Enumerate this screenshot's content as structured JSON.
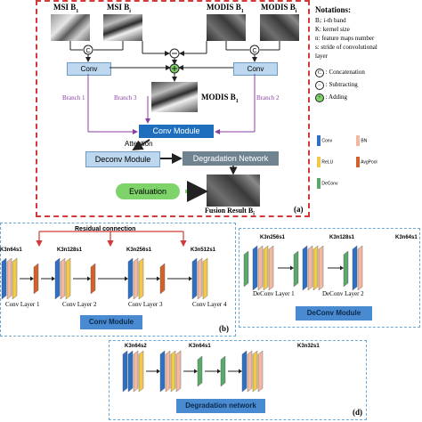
{
  "panel_a": {
    "label": "(a)",
    "images": {
      "msi_b1": "MSI B",
      "msi_b1_sub": "1",
      "msi_bi": "MSI B",
      "msi_bi_sub": "i",
      "modis_b1": "MODIS B",
      "modis_b1_sub": "1",
      "modis_bi": "MODIS B",
      "modis_bi_sub": "i",
      "modis_center": "MODIS B",
      "modis_center_sub": "1",
      "fusion": "Fusion Result B",
      "fusion_sub": "i"
    },
    "blocks": {
      "conv_left": "Conv",
      "conv_right": "Conv",
      "conv_module": "Conv Module",
      "deconv_module": "Deconv Module",
      "degradation_network": "Degradation Network",
      "evaluation": "Evaluation",
      "attention": "Attention"
    },
    "branches": {
      "branch1": "Branch 1",
      "branch2": "Branch 2",
      "branch3": "Branch 3"
    },
    "symbols": {
      "concat": "C",
      "subtract": "−",
      "add": "+"
    }
  },
  "notations": {
    "title": "Notations:",
    "lines": [
      "Bᵢ: i-th band",
      "K: kernel size",
      "n: feature maps number",
      "s: stride of convolutional",
      "layer"
    ],
    "legend_ops": [
      {
        "symbol": "C",
        "label": ": Concatenation"
      },
      {
        "symbol": "−",
        "label": ": Subtracting"
      },
      {
        "symbol": "+",
        "label": ": Adding"
      }
    ],
    "legend_layers": [
      {
        "label": "Conv",
        "color": "#2f6fc4"
      },
      {
        "label": "BN",
        "color": "#f2b8a0"
      },
      {
        "label": "ReLU",
        "color": "#f2c94c"
      },
      {
        "label": "AvgPool",
        "color": "#d2612b"
      },
      {
        "label": "DeConv",
        "color": "#5aa86a"
      }
    ]
  },
  "panel_b": {
    "label": "(b)",
    "residual": "Residual connection",
    "kernels": [
      "K3n64s1",
      "K3n128s1",
      "K3n256s1",
      "K3n512s1"
    ],
    "layers": [
      "Conv Layer 1",
      "Conv Layer 2",
      "Conv Layer 3",
      "Conv Layer 4"
    ],
    "title": "Conv Module"
  },
  "panel_c": {
    "kernels": [
      "K3n256s1",
      "K3n128s1",
      "K3n64s1"
    ],
    "layers": [
      "DeConv Layer 1",
      "DeConv Layer 2"
    ],
    "title": "DeConv Module"
  },
  "panel_d": {
    "label": "(d)",
    "kernels": [
      "K3n64s2",
      "K3n64s1",
      "K3n32s1"
    ],
    "title": "Degradation network"
  }
}
